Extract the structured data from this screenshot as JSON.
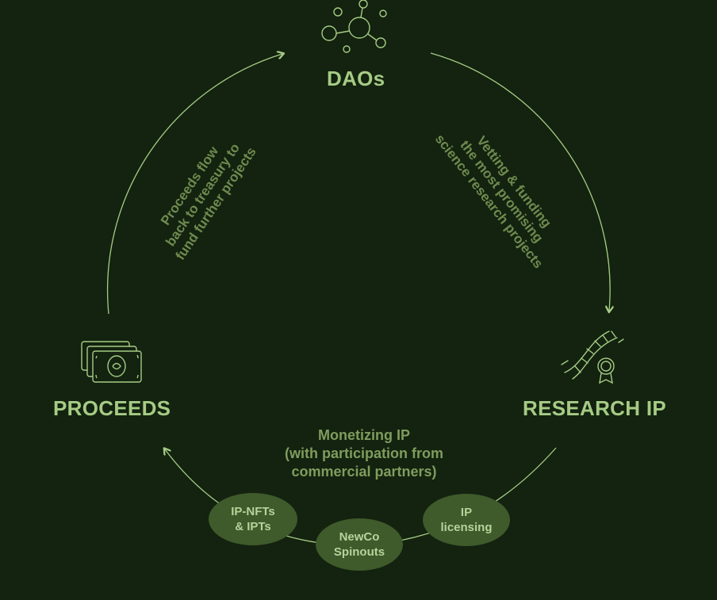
{
  "nodes": {
    "daos": "DAOs",
    "research_ip": "RESEARCH IP",
    "proceeds": "PROCEEDS"
  },
  "flows": {
    "daos_to_research": [
      "Vetting & funding",
      "the most promising",
      "science research projects"
    ],
    "proceeds_to_daos": [
      "Proceeds flow",
      "back to treasury to",
      "fund further projects"
    ],
    "research_to_proceeds": [
      "Monetizing IP",
      "(with participation from",
      "commercial partners)"
    ]
  },
  "monetization_channels": [
    [
      "IP-NFTs",
      "& IPTs"
    ],
    [
      "NewCo",
      "Spinouts"
    ],
    [
      "IP",
      "licensing"
    ]
  ],
  "colors": {
    "background": "#13230f",
    "line": "#a6cb85",
    "title": "#a6cb85",
    "arc_text": "#6f8a4f",
    "pill_fill": "#3f5a2b",
    "pill_text": "#b7d39a"
  },
  "icons": {
    "daos": "molecule-network-icon",
    "research_ip": "dna-certificate-icon",
    "proceeds": "banknotes-stack-icon"
  }
}
